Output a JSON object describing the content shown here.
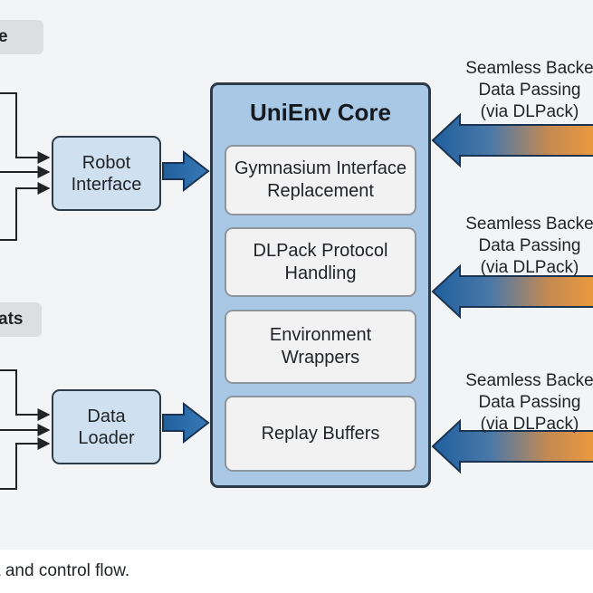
{
  "tags": {
    "top": "e",
    "middle": "ats"
  },
  "adapters": {
    "robot": {
      "line1": "Robot",
      "line2": "Interface"
    },
    "loader": {
      "line1": "Data",
      "line2": "Loader"
    }
  },
  "core": {
    "title": "UniEnv Core",
    "modules": [
      {
        "line1": "Gymnasium Interface",
        "line2": "Replacement"
      },
      {
        "line1": "DLPack Protocol",
        "line2": "Handling"
      },
      {
        "line1": "Environment",
        "line2": "Wrappers"
      },
      {
        "line1": "Replay Buffers",
        "line2": ""
      }
    ]
  },
  "seamless_labels": [
    {
      "line1": "Seamless Backe",
      "line2": "Data Passing",
      "line3": "(via DLPack)"
    },
    {
      "line1": "Seamless Backe",
      "line2": "Data Passing",
      "line3": "(via DLPack)"
    },
    {
      "line1": "Seamless Backe",
      "line2": "Data Passing",
      "line3": "(via DLPack)"
    }
  ],
  "caption": "a and control flow.",
  "colors": {
    "panel": "#f3f4f5",
    "adapter_fill": "#cfe0f0",
    "core_fill": "#a8c8e6",
    "module_fill": "#f2f2f2",
    "arrow_blue": "#2d6aa6",
    "arrow_orange": "#e58f3a",
    "line_dark": "#222222"
  }
}
